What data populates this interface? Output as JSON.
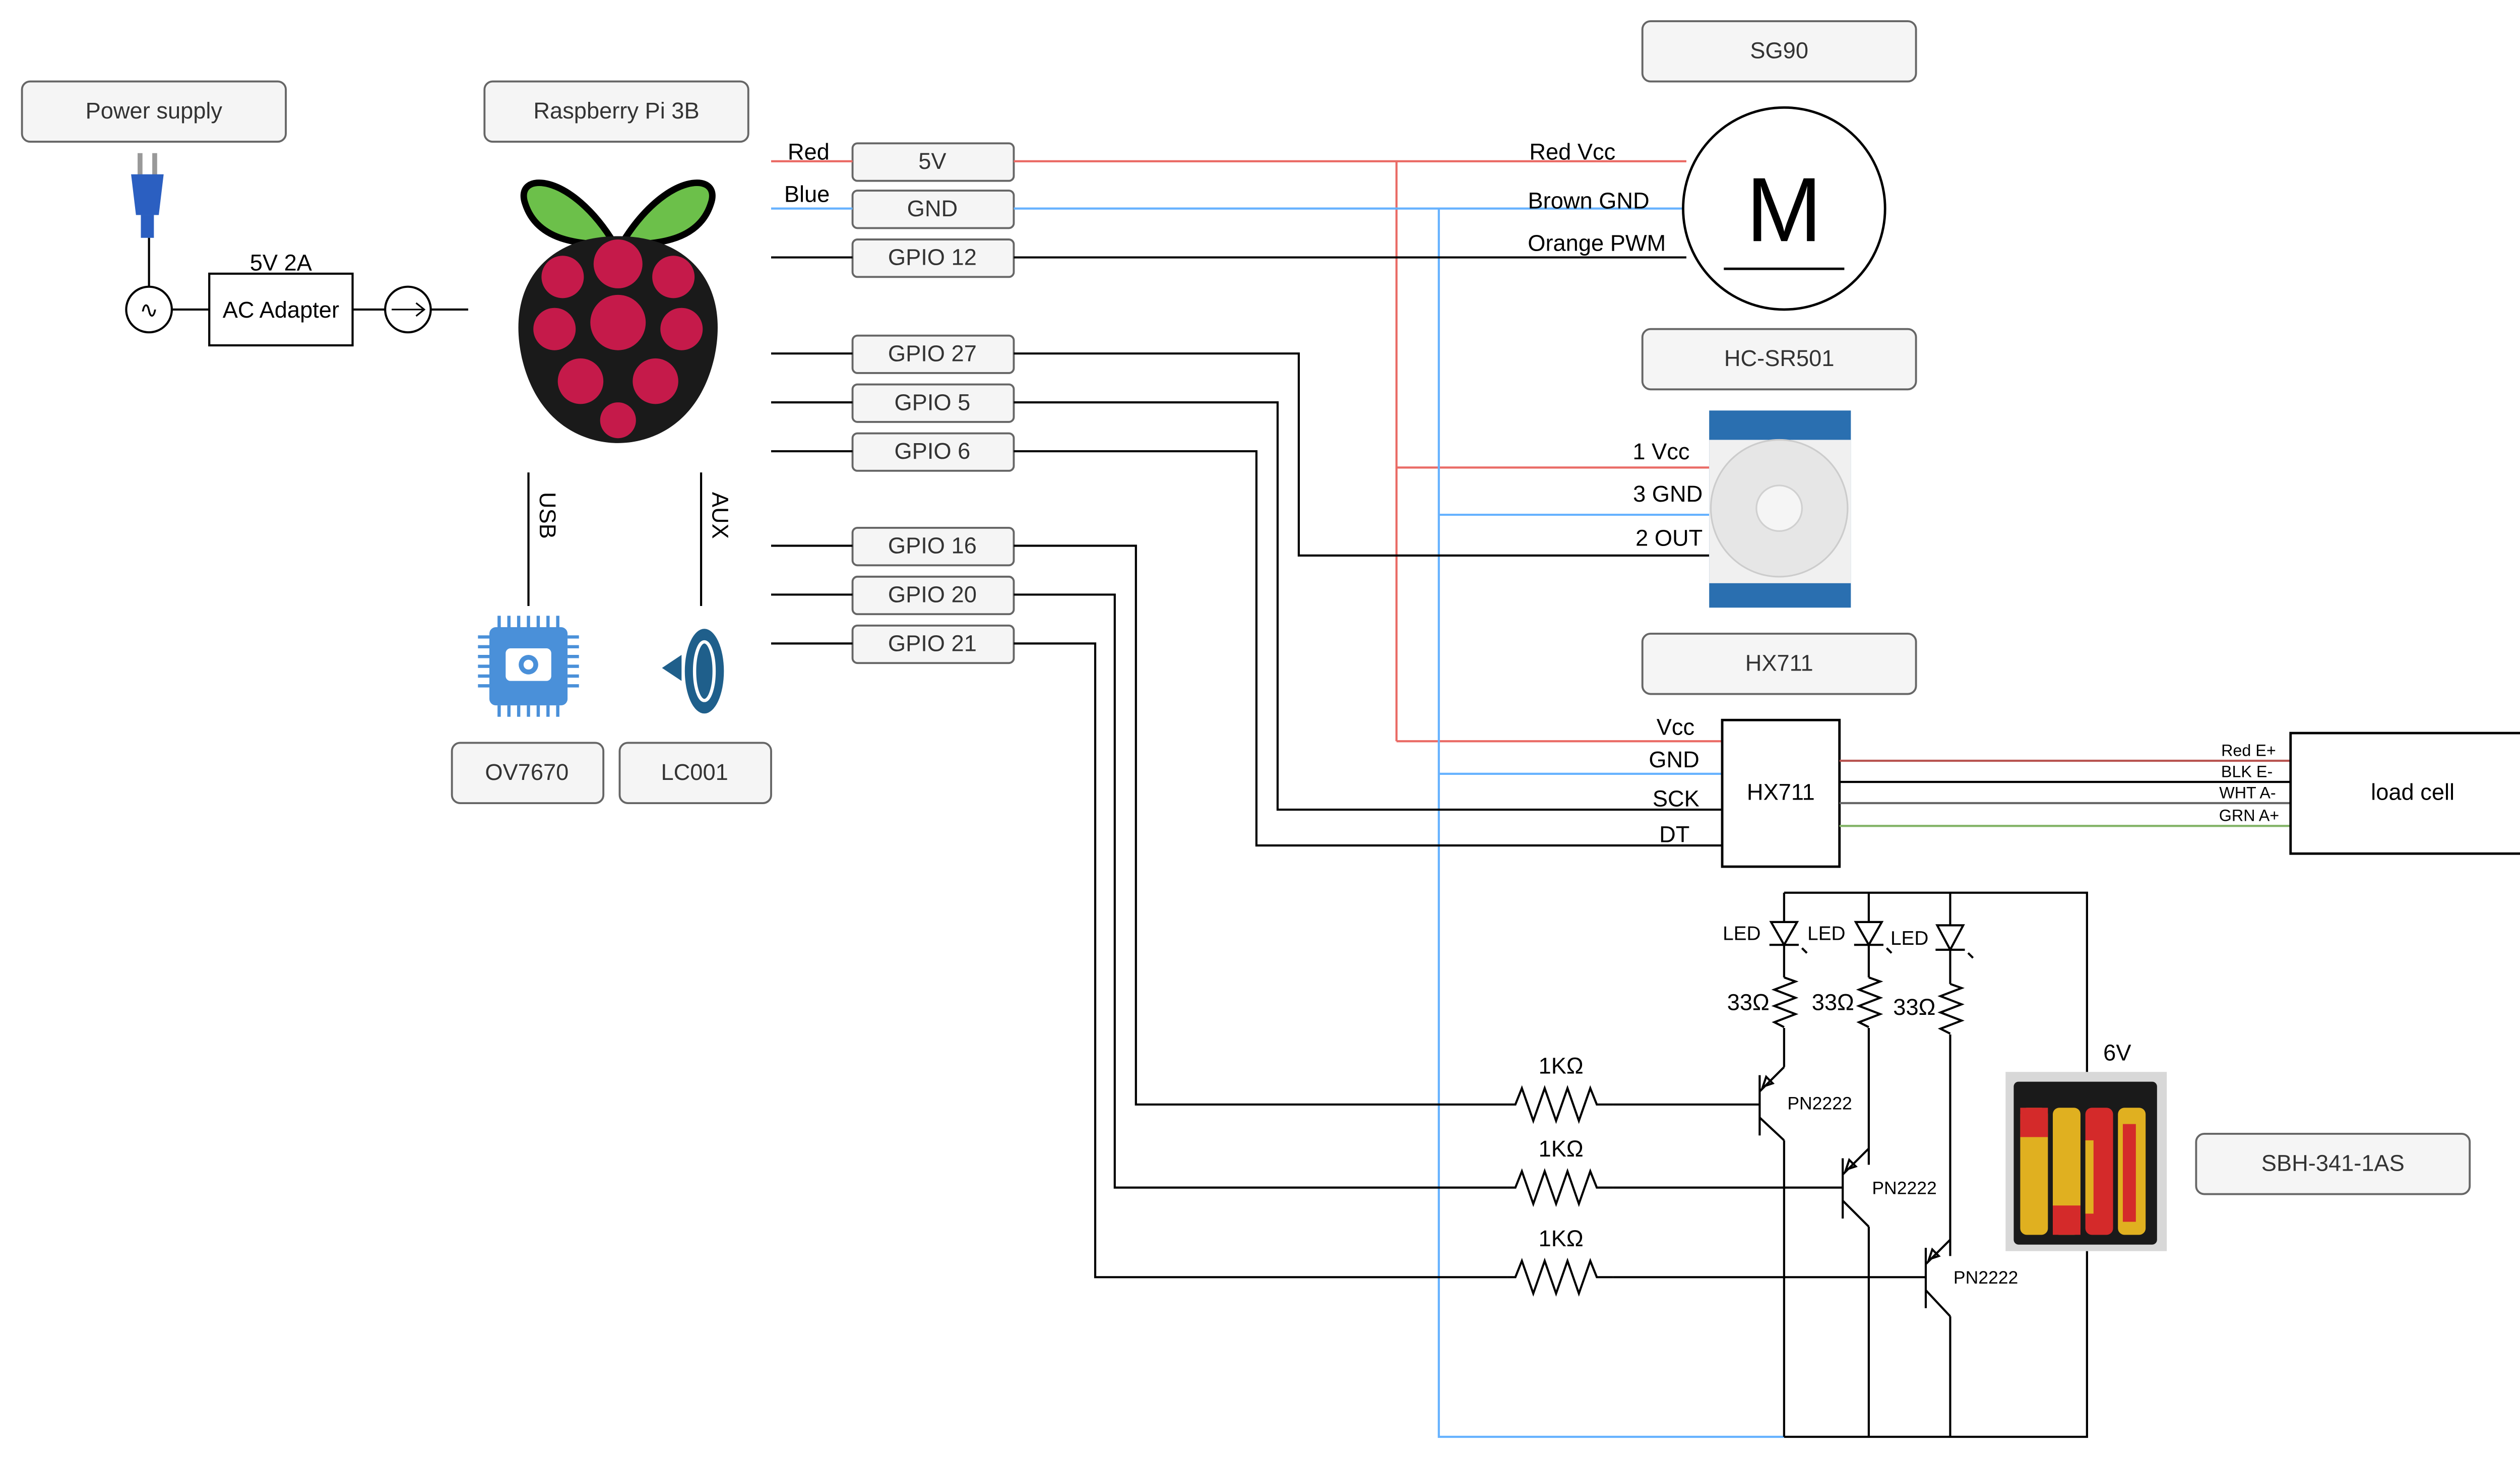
{
  "components": {
    "power_supply": "Power supply",
    "raspberry_pi": "Raspberry Pi 3B",
    "servo": "SG90",
    "pir_sensor": "HC-SR501",
    "hx711_label": "HX711",
    "camera": "OV7670",
    "audio": "LC001",
    "battery_box": "SBH-341-1AS"
  },
  "power": {
    "rating": "5V 2A",
    "adapter": "AC Adapter"
  },
  "pi_ports": {
    "usb": "USB",
    "aux": "AUX"
  },
  "pins": [
    "5V",
    "GND",
    "GPIO 12",
    "GPIO 27",
    "GPIO 5",
    "GPIO 6",
    "GPIO 16",
    "GPIO 20",
    "GPIO 21"
  ],
  "wire_labels": {
    "red": "Red",
    "blue": "Blue"
  },
  "servo_pins": {
    "vcc": "Red Vcc",
    "gnd": "Brown GND",
    "pwm": "Orange PWM",
    "motor": "M"
  },
  "pir_pins": {
    "vcc": "1 Vcc",
    "gnd": "3 GND",
    "out": "2 OUT"
  },
  "hx711": {
    "chip": "HX711",
    "vcc": "Vcc",
    "gnd": "GND",
    "sck": "SCK",
    "dt": "DT"
  },
  "load_cell": {
    "label": "load cell",
    "wires": [
      "Red E+",
      "BLK E-",
      "WHT A-",
      "GRN A+"
    ],
    "wire_colors": [
      "#b85450",
      "#000000",
      "#666666",
      "#82b366"
    ]
  },
  "led_circuit": {
    "led": "LED",
    "led_resistor": "33Ω",
    "base_resistor": "1KΩ",
    "transistor": "PN2222",
    "battery_voltage": "6V"
  },
  "colors": {
    "vcc_wire": "#ea6b66",
    "gnd_wire": "#66b2ff",
    "signal_wire": "#000000"
  }
}
